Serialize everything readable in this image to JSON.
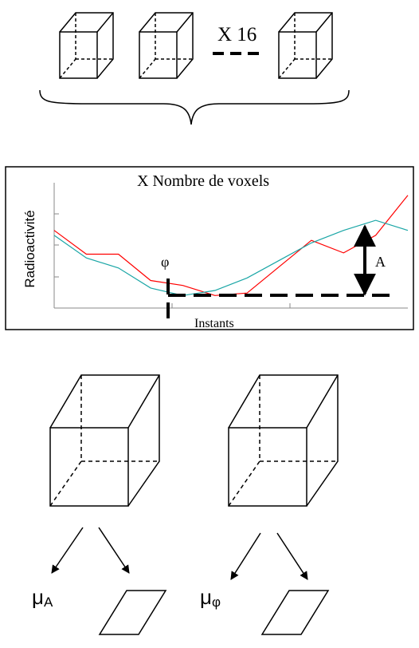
{
  "top": {
    "multiplier_label": "X 16"
  },
  "chart_panel": {
    "title": "X Nombre de voxels",
    "xlabel": "Instants",
    "ylabel": "Radioactivité",
    "phase_label": "φ",
    "amplitude_label": "A"
  },
  "chart_data": {
    "type": "line",
    "title": "X Nombre de voxels",
    "xlabel": "Instants",
    "ylabel": "Radioactivité",
    "x": [
      0,
      1,
      2,
      3,
      4,
      5,
      6,
      7,
      8,
      9,
      10,
      11
    ],
    "ylim": [
      0,
      1
    ],
    "grid": false,
    "series": [
      {
        "values": [
          0.62,
          0.43,
          0.43,
          0.22,
          0.18,
          0.1,
          0.12,
          0.33,
          0.54,
          0.44,
          0.58,
          0.9
        ],
        "color": "#ff0000"
      },
      {
        "values": [
          0.58,
          0.4,
          0.32,
          0.16,
          0.1,
          0.14,
          0.24,
          0.38,
          0.52,
          0.62,
          0.7,
          0.62
        ],
        "color": "#1aa6a6"
      }
    ]
  },
  "bottom": {
    "mu_A": {
      "mu": "μ",
      "sub": "A"
    },
    "mu_phi": {
      "mu": "μ",
      "sub": "φ"
    }
  }
}
